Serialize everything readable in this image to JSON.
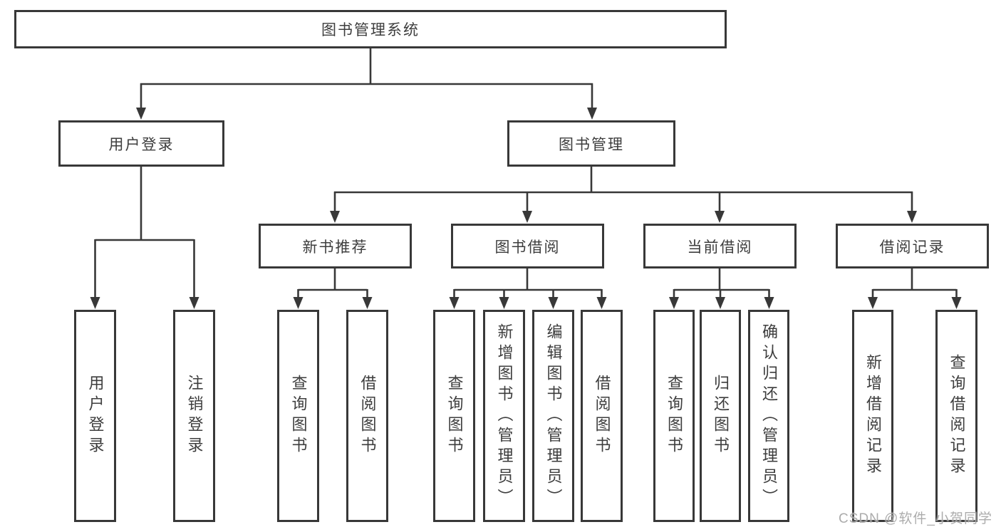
{
  "diagram": {
    "root": {
      "label": "图书管理系统"
    },
    "level2": [
      {
        "label": "用户登录"
      },
      {
        "label": "图书管理"
      }
    ],
    "level3": [
      {
        "label": "新书推荐",
        "parent": "图书管理"
      },
      {
        "label": "图书借阅",
        "parent": "图书管理"
      },
      {
        "label": "当前借阅",
        "parent": "图书管理"
      },
      {
        "label": "借阅记录",
        "parent": "图书管理"
      }
    ],
    "leaves": [
      {
        "label": "用户登录",
        "parent": "用户登录"
      },
      {
        "label": "注销登录",
        "parent": "用户登录"
      },
      {
        "label": "查询图书",
        "parent": "新书推荐"
      },
      {
        "label": "借阅图书",
        "parent": "新书推荐"
      },
      {
        "label": "查询图书",
        "parent": "图书借阅"
      },
      {
        "label": "新增图书（管理员）",
        "parent": "图书借阅"
      },
      {
        "label": "编辑图书（管理员）",
        "parent": "图书借阅"
      },
      {
        "label": "借阅图书",
        "parent": "图书借阅"
      },
      {
        "label": "查询图书",
        "parent": "当前借阅"
      },
      {
        "label": "归还图书",
        "parent": "当前借阅"
      },
      {
        "label": "确认归还（管理员）",
        "parent": "当前借阅"
      },
      {
        "label": "新增借阅记录",
        "parent": "借阅记录"
      },
      {
        "label": "查询借阅记录",
        "parent": "借阅记录"
      }
    ]
  },
  "watermark": {
    "text": "CSDN @软件_小贺同学"
  },
  "colors": {
    "line": "#383838",
    "text": "#3d3d3d",
    "watermark": "#a5a5a5",
    "background": "#ffffff"
  }
}
